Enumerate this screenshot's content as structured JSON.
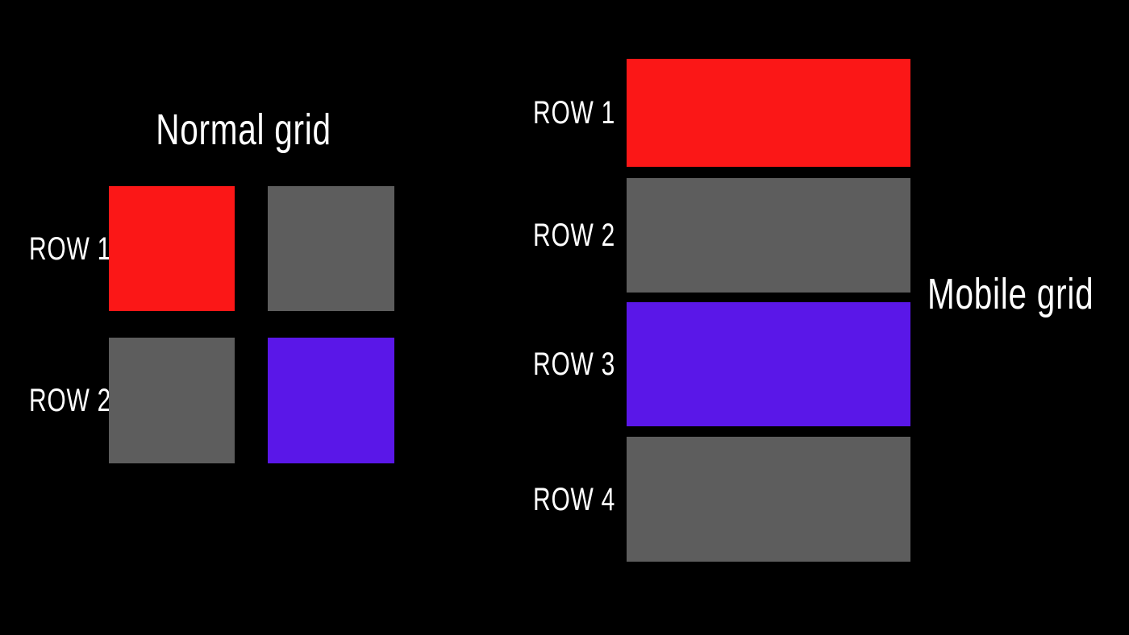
{
  "canvas": {
    "background": "#000000",
    "text_color": "#ffffff"
  },
  "colors": {
    "red": "#FB1717",
    "gray": "#5D5D5D",
    "purple": "#5A17E8"
  },
  "normal_grid": {
    "title": "Normal grid",
    "rows": [
      {
        "label": "ROW 1",
        "cells": [
          {
            "color_name": "red",
            "hex": "#FB1717"
          },
          {
            "color_name": "gray",
            "hex": "#5D5D5D"
          }
        ]
      },
      {
        "label": "ROW 2",
        "cells": [
          {
            "color_name": "gray",
            "hex": "#5D5D5D"
          },
          {
            "color_name": "purple",
            "hex": "#5A17E8"
          }
        ]
      }
    ]
  },
  "mobile_grid": {
    "title": "Mobile grid",
    "rows": [
      {
        "label": "ROW 1",
        "color_name": "red",
        "hex": "#FB1717"
      },
      {
        "label": "ROW 2",
        "color_name": "gray",
        "hex": "#5D5D5D"
      },
      {
        "label": "ROW 3",
        "color_name": "purple",
        "hex": "#5A17E8"
      },
      {
        "label": "ROW 4",
        "color_name": "gray",
        "hex": "#5D5D5D"
      }
    ]
  }
}
